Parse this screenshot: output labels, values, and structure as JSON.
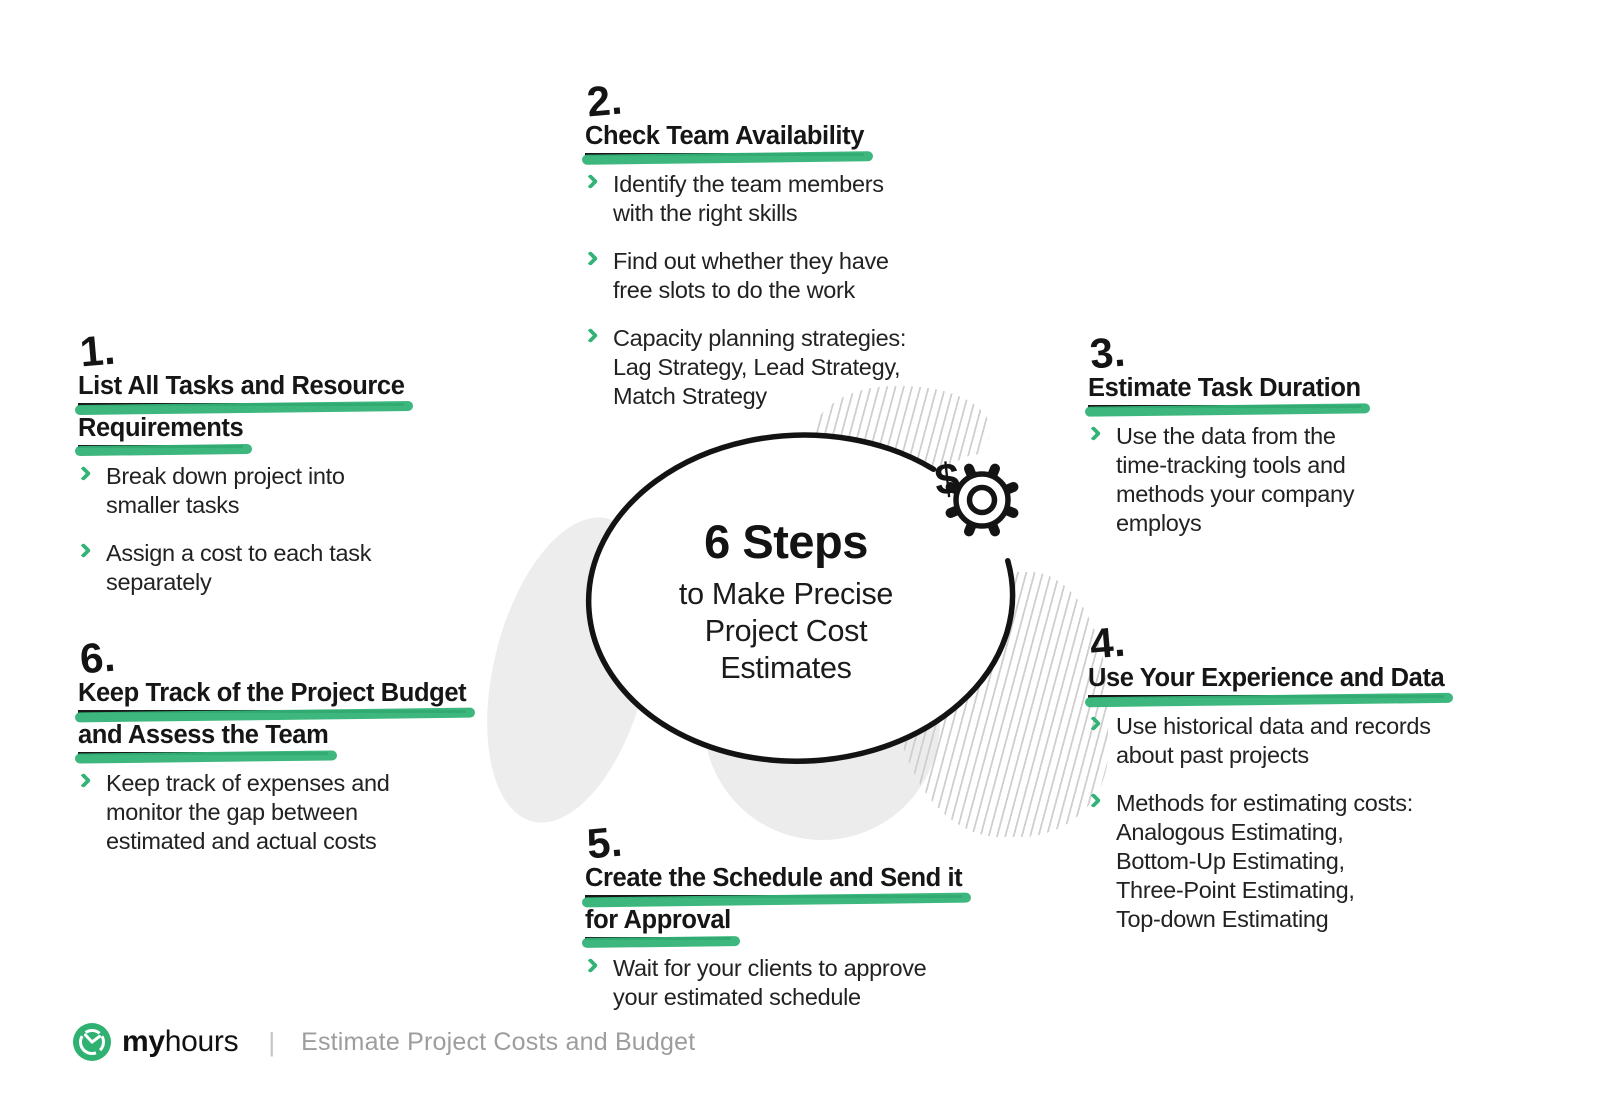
{
  "center": {
    "title": "6 Steps",
    "subtitle": "to Make Precise Project Cost Estimates",
    "dollar_sign": "$"
  },
  "steps": [
    {
      "num": "1.",
      "title_lines": [
        "List All Tasks and Resource",
        "Requirements"
      ],
      "bullets": [
        "Break down project into\nsmaller tasks",
        "Assign a cost to each task\nseparately"
      ]
    },
    {
      "num": "2.",
      "title_lines": [
        "Check Team Availability"
      ],
      "bullets": [
        "Identify the team members\nwith the right skills",
        "Find out whether they have\nfree slots to do the work",
        "Capacity planning strategies:\nLag Strategy, Lead Strategy,\nMatch Strategy"
      ]
    },
    {
      "num": "3.",
      "title_lines": [
        "Estimate Task Duration"
      ],
      "bullets": [
        "Use the data from the\ntime-tracking tools and\nmethods your company\nemploys"
      ]
    },
    {
      "num": "4.",
      "title_lines": [
        "Use Your Experience and Data"
      ],
      "bullets": [
        "Use historical data and records\nabout past projects",
        "Methods for estimating costs:\nAnalogous Estimating,\nBottom-Up Estimating,\nThree-Point Estimating,\nTop-down Estimating"
      ]
    },
    {
      "num": "5.",
      "title_lines": [
        "Create the Schedule and Send it",
        "for Approval"
      ],
      "bullets": [
        "Wait for your clients to approve\nyour estimated schedule"
      ]
    },
    {
      "num": "6.",
      "title_lines": [
        "Keep Track of the Project Budget",
        "and Assess the Team"
      ],
      "bullets": [
        "Keep track of expenses and\nmonitor the gap between\nestimated and actual costs"
      ]
    }
  ],
  "footer": {
    "brand_bold": "my",
    "brand_light": "hours",
    "separator": "|",
    "tagline": "Estimate Project Costs and Budget"
  },
  "colors": {
    "accent_green": "#33B377",
    "logo_green": "#2FB172",
    "ink": "#161616",
    "body_text": "#222222",
    "muted_gray": "#9D9D9D",
    "blob_gray": "#EDEDED",
    "hatch_gray": "#CFCFCF"
  },
  "icons": {
    "gear": "gear-icon",
    "dollar": "dollar-icon",
    "bullet": "chevron-right-icon",
    "logo": "myhours-logo-icon"
  }
}
